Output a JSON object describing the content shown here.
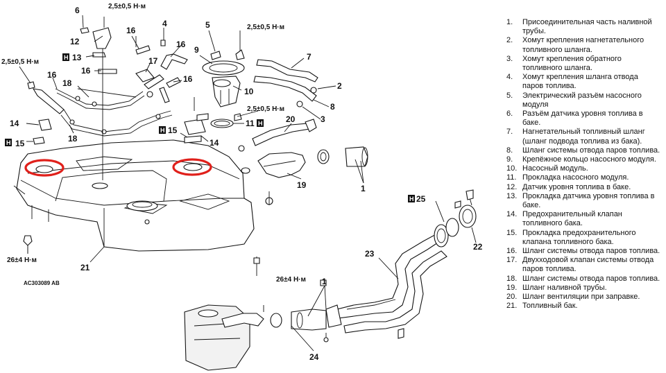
{
  "diagram": {
    "reference": "AC303089 AB",
    "torques": {
      "t1": "2,5±0,5 Н·м",
      "t2": "2,5±0,5 Н·м",
      "t3": "2,5±0,5 Н·м",
      "t4": "2,5±0,5 Н·м",
      "t5": "26±4 Н·м",
      "t6": "26±4 Н·м"
    },
    "callouts": [
      "6",
      "12",
      "16",
      "4",
      "5",
      "7",
      "2",
      "8",
      "3",
      "1",
      "13",
      "16",
      "17",
      "9",
      "10",
      "16",
      "18",
      "14",
      "15",
      "11",
      "20",
      "15",
      "14",
      "18",
      "16",
      "19",
      "1",
      "25",
      "22",
      "23",
      "21",
      "1",
      "24"
    ],
    "h_badge": "H"
  },
  "legend": [
    {
      "num": "1.",
      "text": "Присоединительная часть наливной трубы."
    },
    {
      "num": "2.",
      "text": "Хомут крепления нагнетательного топливного шланга."
    },
    {
      "num": "3.",
      "text": "Хомут крепления обратного топливного шланга."
    },
    {
      "num": "4.",
      "text": "Хомут крепления шланга отвода паров топлива."
    },
    {
      "num": "5.",
      "text": "Электрический разъём насосного модуля"
    },
    {
      "num": "6.",
      "text": "Разъём датчика уровня топлива в баке."
    },
    {
      "num": "7.",
      "text": "Нагнетательный топливный шланг (шланг подвода топлива из бака)."
    },
    {
      "num": "8.",
      "text": "Шланг системы отвода паров топлива."
    },
    {
      "num": "9.",
      "text": "Крепёжное кольцо насосного модуля."
    },
    {
      "num": "10.",
      "text": "Насосный модуль."
    },
    {
      "num": "11.",
      "text": "Прокладка насосного модуля."
    },
    {
      "num": "12.",
      "text": "Датчик уровня топлива в баке."
    },
    {
      "num": "13.",
      "text": "Прокладка датчика уровня топлива в баке."
    },
    {
      "num": "14.",
      "text": "Предохранительный клапан топливного бака."
    },
    {
      "num": "15.",
      "text": "Прокладка предохранительного клапана топливного бака."
    },
    {
      "num": "16.",
      "text": "Шланг системы отвода паров топлива."
    },
    {
      "num": "17.",
      "text": "Двухходовой клапан системы отвода паров топлива."
    },
    {
      "num": "18.",
      "text": "Шланг системы отвода паров топлива."
    },
    {
      "num": "19.",
      "text": "Шланг наливной трубы."
    },
    {
      "num": "20.",
      "text": "Шланг вентиляции при заправке."
    },
    {
      "num": "21.",
      "text": "Топливный бак."
    }
  ]
}
